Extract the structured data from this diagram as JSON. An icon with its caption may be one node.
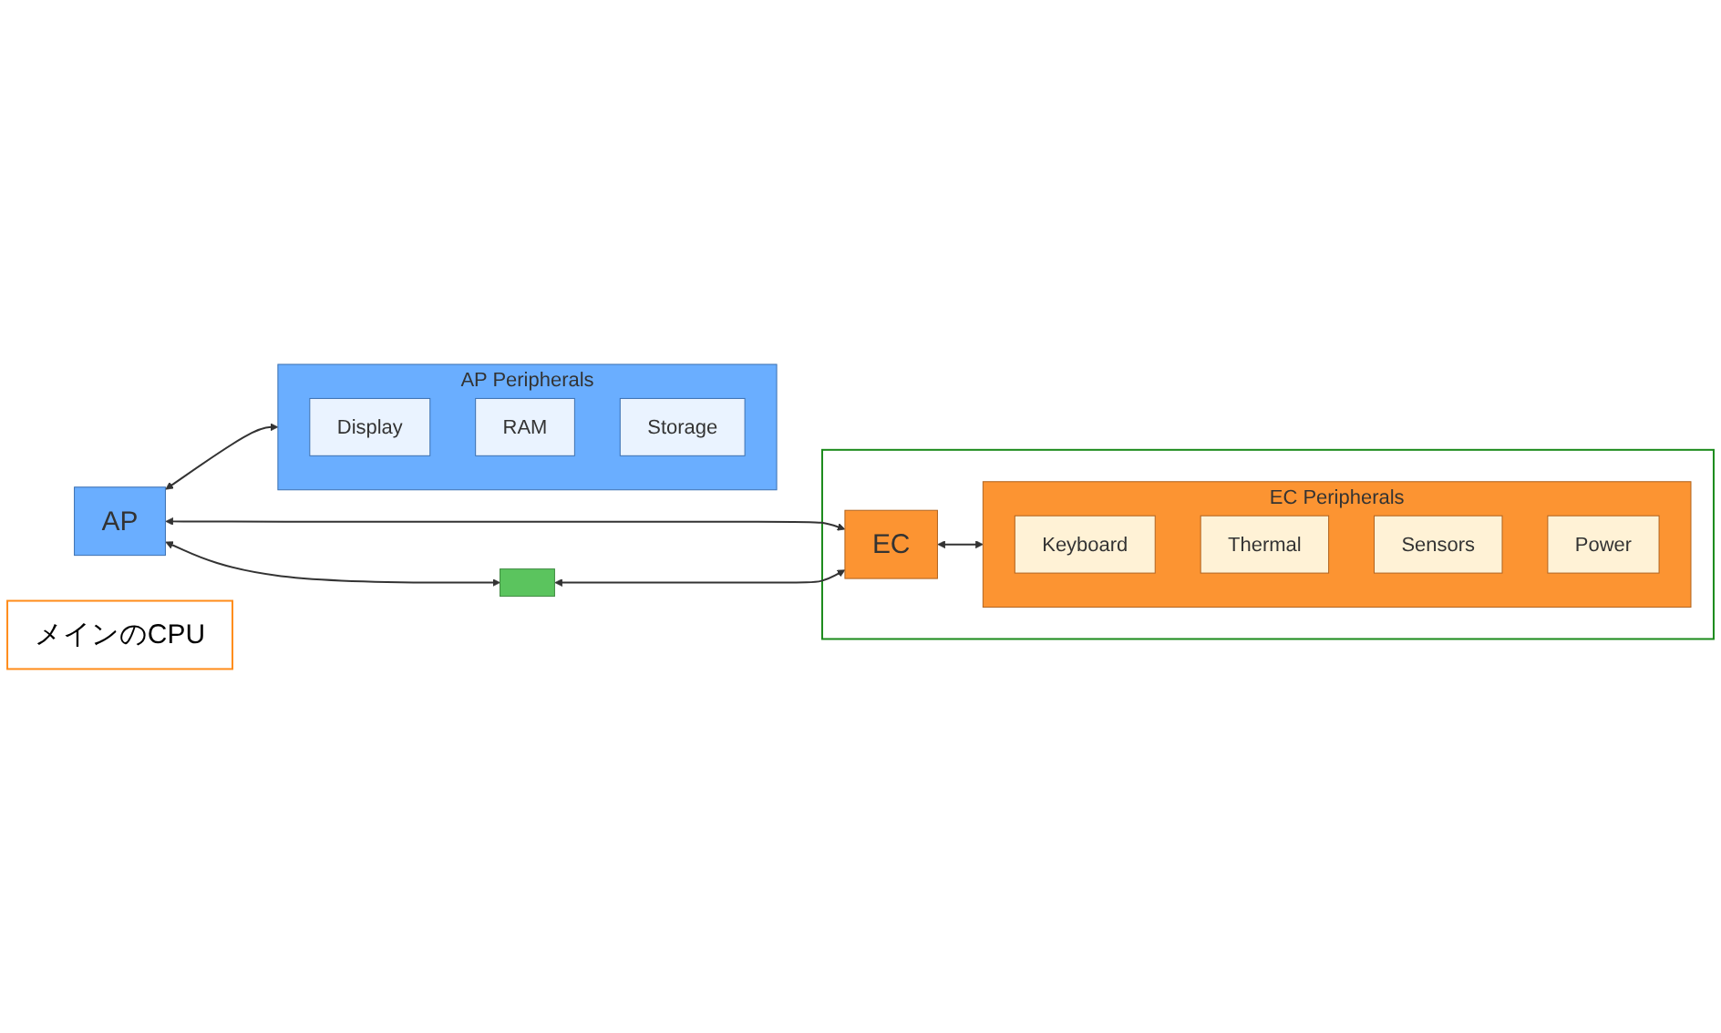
{
  "diagram": {
    "nodes": [
      {
        "text": [
          "メインのCPU"
        ]
      },
      {
        "text": [
          "AP"
        ]
      },
      {
        "text": [
          "AP Peripherals"
        ]
      },
      {
        "text": [
          "Display"
        ],
        "in": 2
      },
      {
        "text": [
          "RAM"
        ],
        "in": 2
      },
      {
        "text": [
          "Storage"
        ],
        "in": 2
      },
      {
        "text": [],
        "shape": "box"
      },
      {
        "text": [],
        "shape": "box"
      },
      {
        "text": [
          "EC"
        ],
        "in": 7
      },
      {
        "text": [
          "EC Peripherals"
        ],
        "in": 7
      },
      {
        "text": [
          "Keyboard"
        ],
        "in": 9
      },
      {
        "text": [
          "Thermal"
        ],
        "in": 9
      },
      {
        "text": [
          "Sensors"
        ],
        "in": 9
      },
      {
        "text": [
          "Power"
        ],
        "in": 9
      }
    ],
    "edges": [
      {
        "from": 1,
        "to": 2,
        "arrow": "both"
      },
      {
        "from": 1,
        "to": 8,
        "arrow": "both"
      },
      {
        "from": 1,
        "to": 6,
        "arrow": "both"
      },
      {
        "from": 6,
        "to": 8,
        "arrow": "both"
      },
      {
        "from": 8,
        "to": 9,
        "arrow": "both"
      }
    ]
  }
}
